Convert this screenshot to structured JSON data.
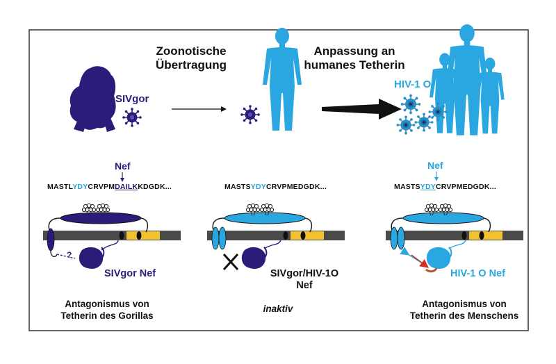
{
  "colors": {
    "gorilla": "#2a1d7a",
    "human": "#2aa7e0",
    "membrane": "#4a4a4a",
    "yellow": "#f2c12e",
    "frame_border": "#333333"
  },
  "titles": {
    "zoonotic_line1": "Zoonotische",
    "zoonotic_line2": "Übertragung",
    "adaptation_line1": "Anpassung an",
    "adaptation_line2": "humanes Tetherin"
  },
  "panels": {
    "left": {
      "virus_label": "SIVgor",
      "nef_top_label": "Nef",
      "seq_prefix": "MASTL",
      "seq_motif": "YDY",
      "seq_mid": "CRVPM",
      "seq_underlined": "DAILK",
      "seq_suffix": "KDGDK...",
      "nef_label": "SIVgor Nef",
      "question_mark": "?",
      "caption_line1": "Antagonismus von",
      "caption_line2": "Tetherin des Gorillas"
    },
    "middle": {
      "seq_prefix": "MASTS",
      "seq_motif": "YDY",
      "seq_suffix": "CRVPMEDGDK...",
      "nef_label_line1": "SIVgor/HIV-1O",
      "nef_label_line2": "Nef",
      "caption": "inaktiv"
    },
    "right": {
      "virus_label": "HIV-1 O",
      "nef_top_label": "Nef",
      "seq_prefix": "MASTS",
      "seq_motif": "YDY",
      "seq_suffix": "CRVPMEDGDK...",
      "nef_label": "HIV-1 O Nef",
      "caption_line1": "Antagonismus von",
      "caption_line2": "Tetherin des Menschens"
    }
  }
}
